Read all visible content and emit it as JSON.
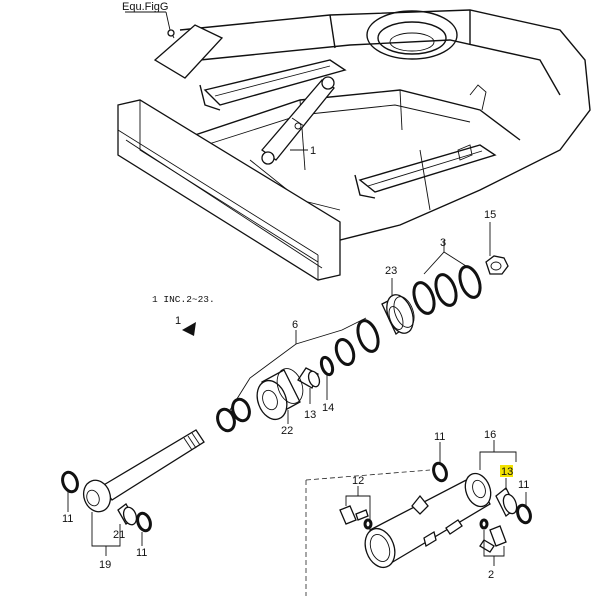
{
  "reference_box": {
    "label": "Equ.FigG"
  },
  "note": {
    "text": "1  INC.2~23."
  },
  "callouts": {
    "c1a": "1",
    "c1b": "1",
    "c2": "2",
    "c3": "3",
    "c6": "6",
    "c11a": "11",
    "c11b": "11",
    "c11c": "11",
    "c11d": "11",
    "c12": "12",
    "c13a": "13",
    "c13b": "13",
    "c14": "14",
    "c15": "15",
    "c16": "16",
    "c19": "19",
    "c21": "21",
    "c22": "22",
    "c23": "23"
  },
  "highlight": {
    "part": "13",
    "color": "#f2e200"
  }
}
